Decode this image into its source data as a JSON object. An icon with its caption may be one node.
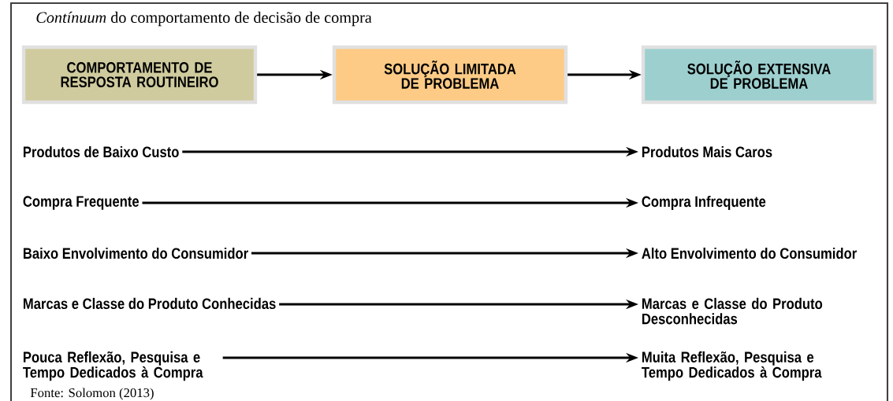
{
  "diagram": {
    "title": "*Contínuum* do comportamento de decisão de compra",
    "caption": "Fonte: Solomon (2013)",
    "nodes": [
      {
        "text": [
          "COMPORTAMENTO DE RESPOSTA ROUTINEIRO"
        ]
      },
      {
        "text": [
          "SOLUÇÃO LIMITADA DE PROBLEMA"
        ]
      },
      {
        "text": [
          "SOLUÇÃO EXTENSIVA DE PROBLEMA"
        ]
      },
      {
        "text": [
          "Produtos de Baixo Custo"
        ]
      },
      {
        "text": [
          "Produtos Mais Caros"
        ]
      },
      {
        "text": [
          "Compra Frequente"
        ]
      },
      {
        "text": [
          "Compra Infrequente"
        ]
      },
      {
        "text": [
          "Baixo Envolvimento do Consumidor"
        ]
      },
      {
        "text": [
          "Alto Envolvimento do Consumidor"
        ]
      },
      {
        "text": [
          "Marcas e Classe do Produto Conhecidas"
        ]
      },
      {
        "text": [
          "Marcas e Classe do Produto Desconhecidas"
        ]
      },
      {
        "text": [
          "Pouca Reflexão, Pesquisa e Tempo Dedicados à Compra"
        ]
      },
      {
        "text": [
          "Muita Reflexão, Pesquisa e Tempo Dedicados à Compra"
        ]
      }
    ],
    "edges": [
      {
        "from": 0,
        "to": 1,
        "arrow": "to"
      },
      {
        "from": 1,
        "to": 2,
        "arrow": "to"
      },
      {
        "from": 3,
        "to": 4,
        "arrow": "to"
      },
      {
        "from": 5,
        "to": 6,
        "arrow": "to"
      },
      {
        "from": 7,
        "to": 8,
        "arrow": "to"
      },
      {
        "from": 9,
        "to": 10,
        "arrow": "to"
      },
      {
        "from": 11,
        "to": 12,
        "arrow": "to"
      }
    ]
  }
}
